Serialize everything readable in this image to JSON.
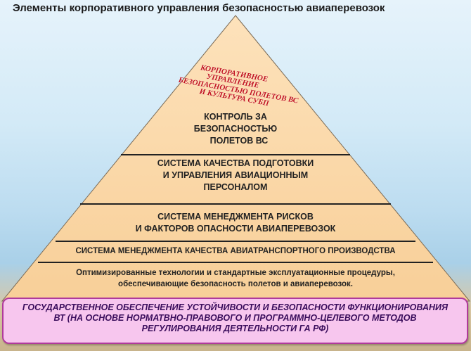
{
  "title": "Элементы  корпоративного управления безопасностью авиаперевозок",
  "apex": {
    "line1": "КОРПОРАТИВНОЕ",
    "line2": "УПРАВЛЕНИЕ",
    "line3": "БЕЗОПАСНОСТЬЮ ПОЛЕТОВ ВС",
    "line4": "И КУЛЬТУРА СУБП"
  },
  "levels": {
    "control": {
      "line1": "КОНТРОЛЬ ЗА",
      "line2": "БЕЗОПАСНОСТЬЮ",
      "line3": "ПОЛЕТОВ ВС"
    },
    "personnel": {
      "line1": "СИСТЕМА КАЧЕСТВА ПОДГОТОВКИ",
      "line2": "И УПРАВЛЕНИЯ АВИАЦИОННЫМ",
      "line3": "ПЕРСОНАЛОМ"
    },
    "risk": {
      "line1": "СИСТЕМА МЕНЕДЖМЕНТА РИСКОВ",
      "line2": "И ФАКТОРОВ ОПАСНОСТИ АВИАПЕРЕВОЗОК"
    },
    "quality": {
      "line1": "СИСТЕМА МЕНЕДЖМЕНТА КАЧЕСТВА  АВИАТРАНСПОРТНОГО ПРОИЗВОДСТВА"
    },
    "technologies": {
      "line1": "Оптимизированные технологии и стандартные  эксплуатационные процедуры,",
      "line2": "обеспечивающие безопасность полетов и авиаперевозок."
    }
  },
  "base": {
    "line1": "ГОСУДАРСТВЕННОЕ ОБЕСПЕЧЕНИЕ УСТОЙЧИВОСТИ И БЕЗОПАСНОСТИ ФУНКЦИОНИРОВАНИЯ",
    "line2": "ВТ (НА ОСНОВЕ НОРМАТВНО-ПРАВОВОГО И ПРОГРАММНО-ЦЕЛЕВОГО МЕТОДОВ",
    "line3": "РЕГУЛИРОВАНИЯ ДЕЯТЕЛЬНОСТИ  ГА РФ)"
  },
  "colors": {
    "pyramid_fill": "#fbd7a6",
    "apex_text": "#c1121f",
    "base_fill": "#f7c6ee",
    "base_border": "#b03a9c"
  }
}
